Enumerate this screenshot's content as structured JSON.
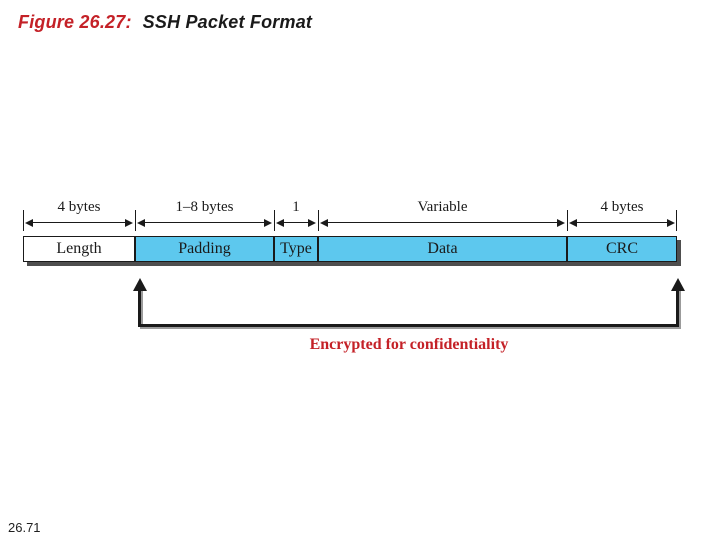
{
  "title": {
    "figure_label": "Figure 26.27:",
    "figure_name": "SSH Packet Format"
  },
  "diagram": {
    "fields": [
      {
        "size": "4 bytes",
        "label": "Length"
      },
      {
        "size": "1–8 bytes",
        "label": "Padding"
      },
      {
        "size": "1",
        "label": "Type"
      },
      {
        "size": "Variable",
        "label": "Data"
      },
      {
        "size": "4 bytes",
        "label": "CRC"
      }
    ],
    "encryption_note": "Encrypted for confidentiality"
  },
  "footer": {
    "page_number": "26.71"
  },
  "colors": {
    "accent_red": "#c42127",
    "field_fill_cyan": "#5dc8ee",
    "field_fill_white": "#ffffff",
    "line_black": "#1a1a1a",
    "shadow_gray": "#4e4e4e"
  }
}
